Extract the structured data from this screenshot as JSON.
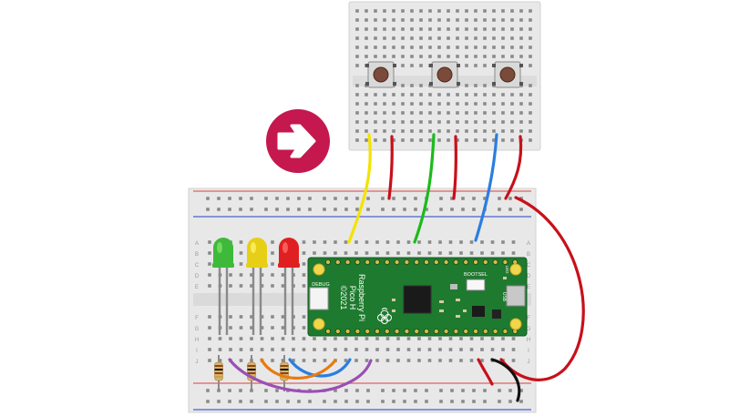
{
  "diagram": {
    "board": {
      "name": "Raspberry Pi",
      "model": "Pico H",
      "year": "©2021",
      "debug_label": "DEBUG",
      "bootsel_label": "BOOTSEL",
      "usb_label": "USB",
      "led_label": "LED"
    },
    "breadboard_main": {
      "column_letters": [
        "A",
        "B",
        "C",
        "D",
        "E",
        "F",
        "G",
        "H",
        "I",
        "J"
      ]
    },
    "leds": [
      {
        "name": "green-led",
        "color": "#3fb93a",
        "light": "#7fe06a"
      },
      {
        "name": "yellow-led",
        "color": "#e6cf16",
        "light": "#fff06a"
      },
      {
        "name": "red-led",
        "color": "#e02020",
        "light": "#ff6a6a"
      }
    ],
    "arrow_badge": {
      "color": "#c4184e",
      "icon": "arrow-right-icon"
    },
    "wire_colors": {
      "yellow": "#f2e300",
      "red": "#c8101a",
      "green": "#1bbb1b",
      "blue": "#2a7ee0",
      "black": "#111111",
      "orange": "#e87a10",
      "purple": "#9a4fb4"
    },
    "breadboard_color": "#e8e8e8",
    "pcb_color": "#1e7a2e"
  }
}
